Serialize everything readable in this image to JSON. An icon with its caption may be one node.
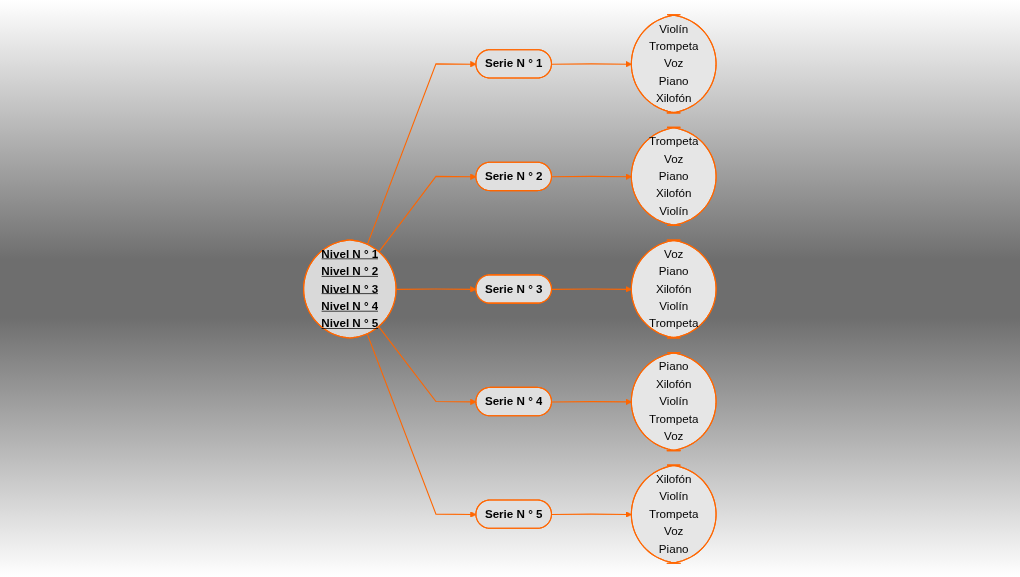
{
  "diagram": {
    "nodes": [
      {
        "text": [
          "Nivel N ° 1",
          "Nivel N ° 2",
          "Nivel N ° 3",
          "Nivel N ° 4",
          "Nivel N ° 5"
        ]
      },
      {
        "text": [
          "Serie N ° 1"
        ]
      },
      {
        "text": [
          "Serie N ° 2"
        ]
      },
      {
        "text": [
          "Serie N ° 3"
        ]
      },
      {
        "text": [
          "Serie N ° 4"
        ]
      },
      {
        "text": [
          "Serie N ° 5"
        ]
      },
      {
        "text": [
          "Violín",
          "Trompeta",
          "Voz",
          "Piano",
          "Xilofón"
        ]
      },
      {
        "text": [
          "Trompeta",
          "Voz",
          "Piano",
          "Xilofón",
          "Violín"
        ]
      },
      {
        "text": [
          "Voz",
          "Piano",
          "Xilofón",
          "Violín",
          "Trompeta"
        ]
      },
      {
        "text": [
          "Piano",
          "Xilofón",
          "Violín",
          "Trompeta",
          "Voz"
        ]
      },
      {
        "text": [
          "Xilofón",
          "Violín",
          "Trompeta",
          "Voz",
          "Piano"
        ]
      }
    ],
    "edges": [
      {
        "from": 0,
        "to": 1,
        "arrow": "to"
      },
      {
        "from": 0,
        "to": 2,
        "arrow": "to"
      },
      {
        "from": 0,
        "to": 3,
        "arrow": "to"
      },
      {
        "from": 0,
        "to": 4,
        "arrow": "to"
      },
      {
        "from": 0,
        "to": 5,
        "arrow": "to"
      },
      {
        "from": 1,
        "to": 6,
        "arrow": "to"
      },
      {
        "from": 2,
        "to": 7,
        "arrow": "to"
      },
      {
        "from": 3,
        "to": 8,
        "arrow": "to"
      },
      {
        "from": 4,
        "to": 9,
        "arrow": "to"
      },
      {
        "from": 5,
        "to": 10,
        "arrow": "to"
      }
    ]
  }
}
